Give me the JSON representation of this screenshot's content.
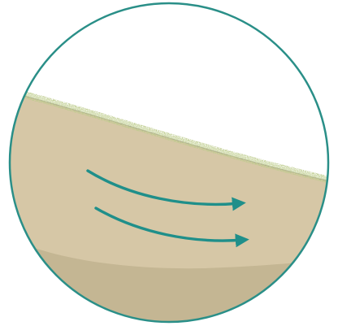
{
  "diagram": {
    "subject": "soil-cross-section",
    "colors": {
      "ring": "#2a8f88",
      "arrow": "#1f8f8a",
      "topsoil": "#d6c7a6",
      "subsoil": "#c4b693",
      "grass": "#c9d5a6",
      "background": "#ffffff"
    },
    "layers": [
      {
        "name": "grass-edge"
      },
      {
        "name": "topsoil"
      },
      {
        "name": "subsoil"
      }
    ],
    "arrows": [
      {
        "name": "flow-arrow-upper",
        "direction": "right"
      },
      {
        "name": "flow-arrow-lower",
        "direction": "right"
      }
    ]
  }
}
